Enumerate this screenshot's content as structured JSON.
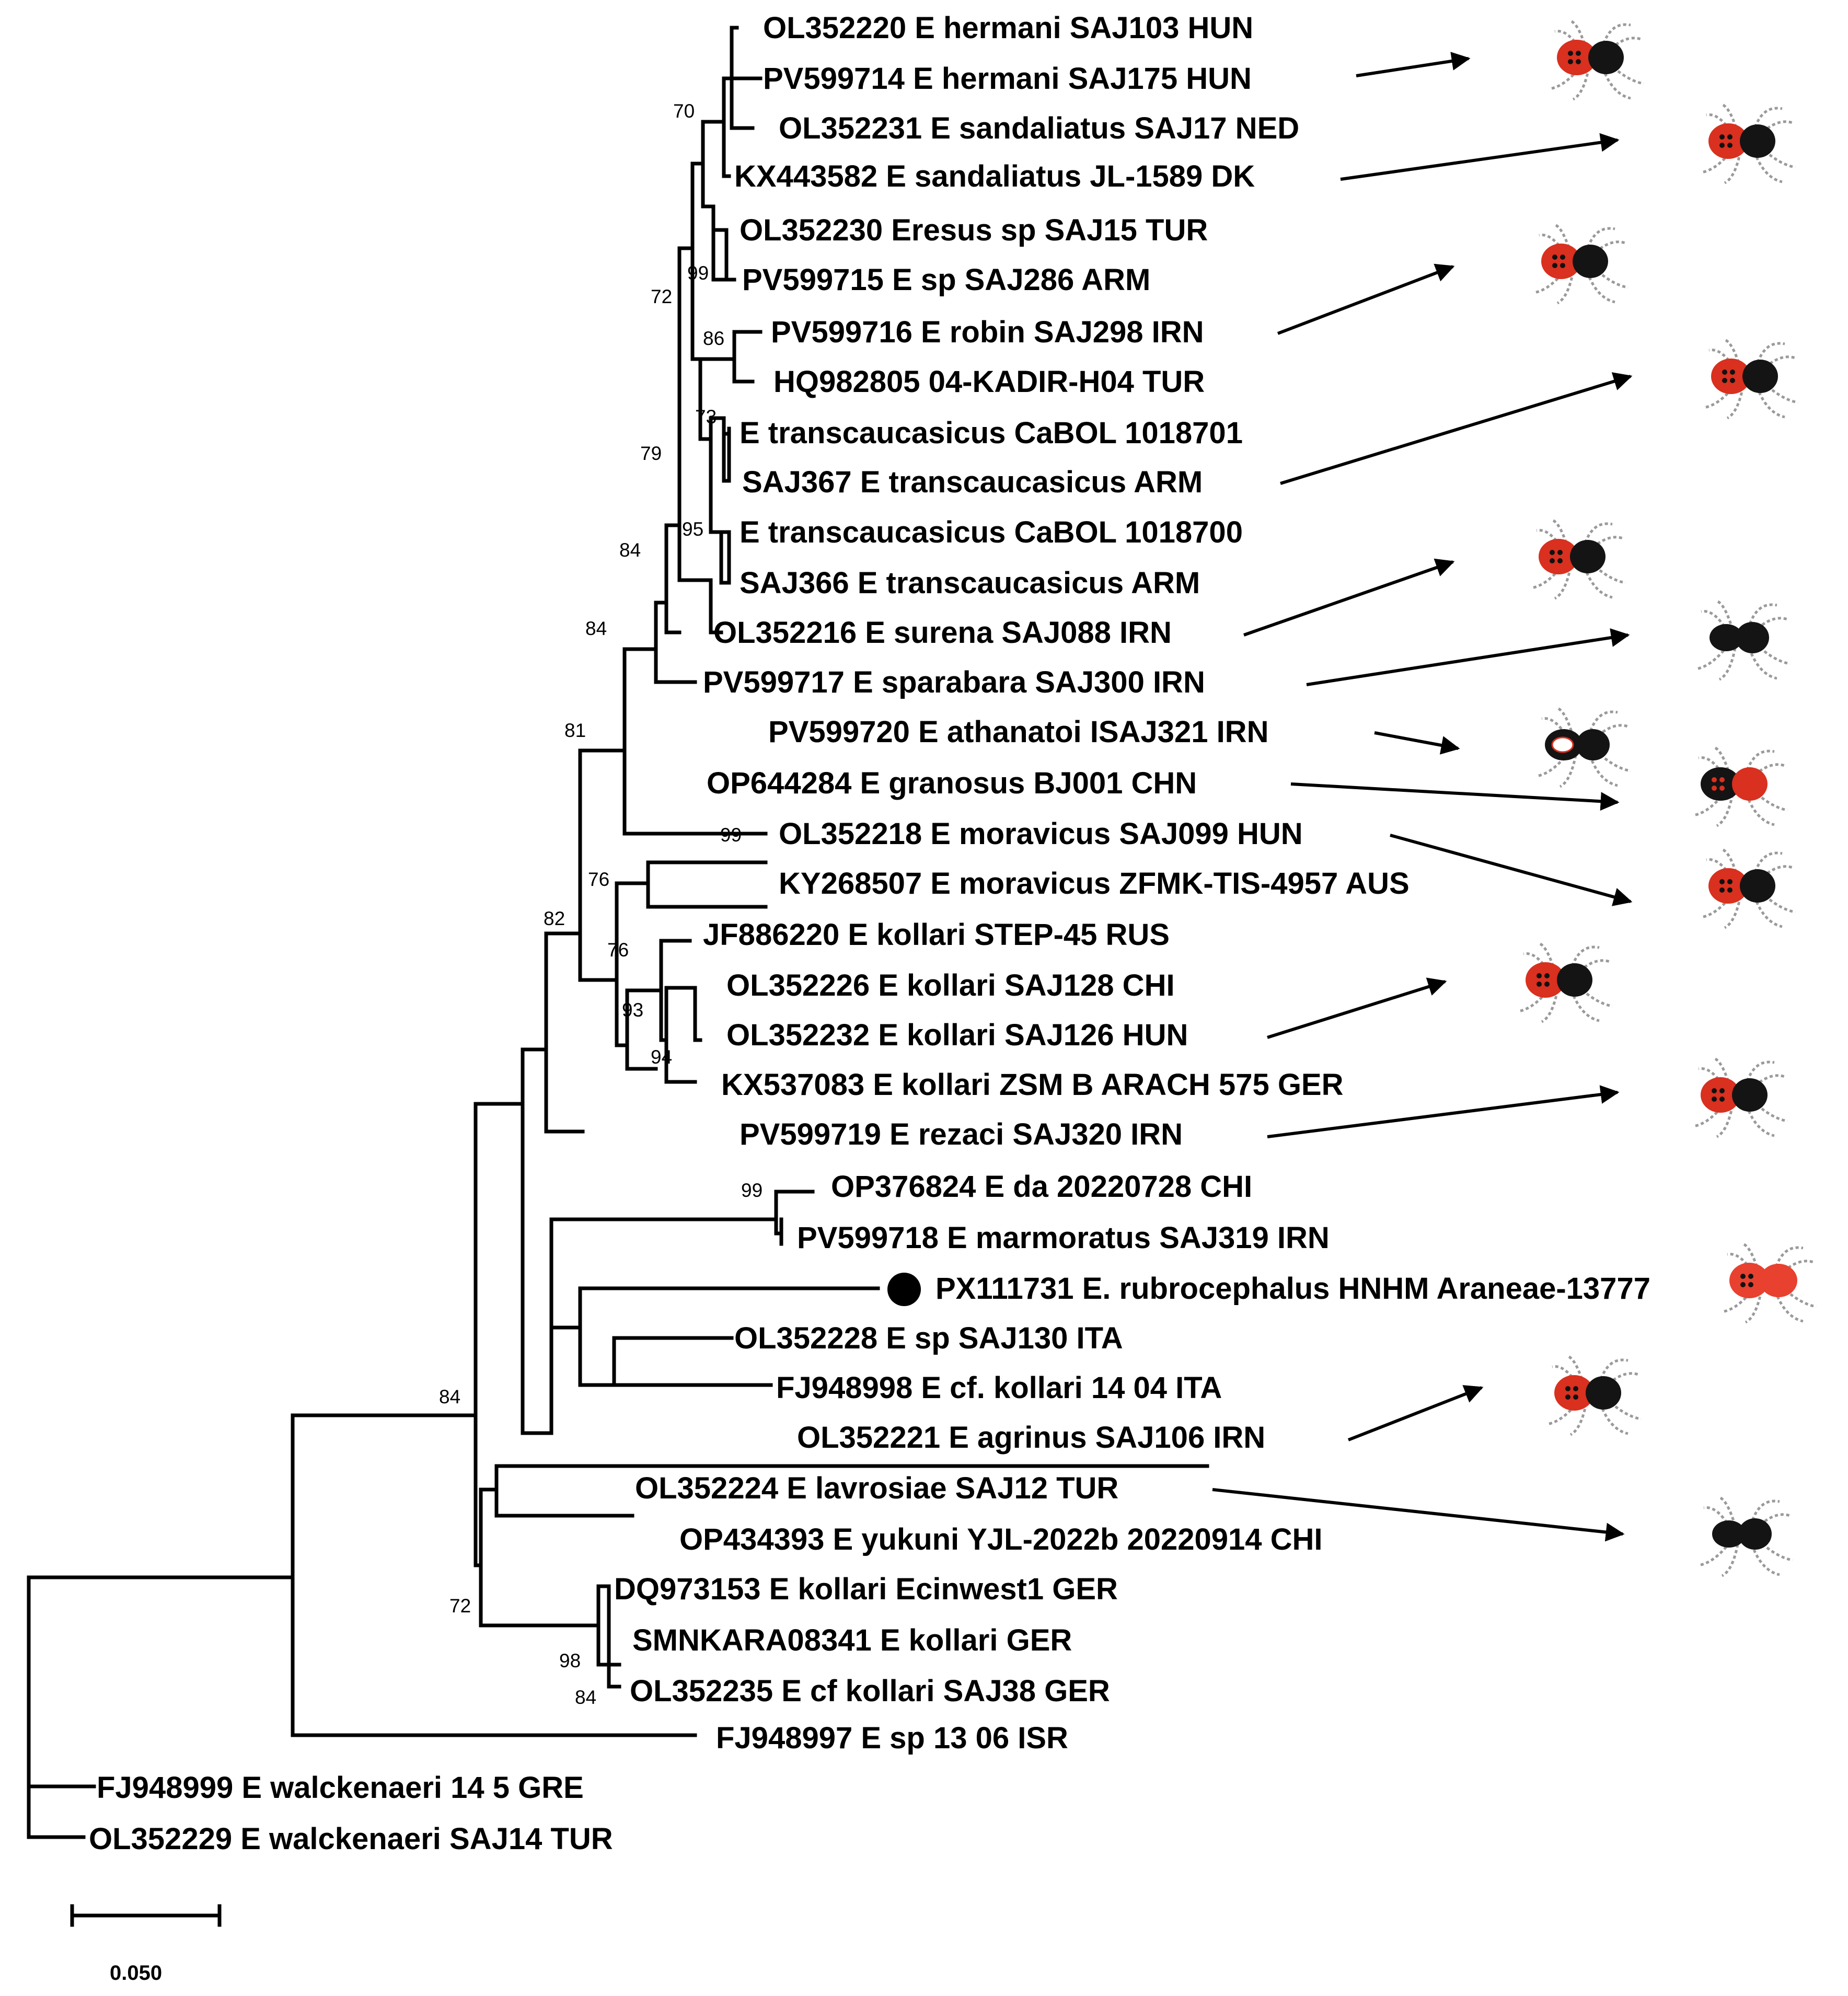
{
  "leaves": [
    "OL352220 E hermani SAJ103 HUN",
    "PV599714 E hermani SAJ175 HUN",
    "OL352231 E sandaliatus SAJ17 NED",
    "KX443582 E sandaliatus JL-1589 DK",
    "OL352230 Eresus sp SAJ15 TUR",
    "PV599715 E sp SAJ286 ARM",
    "PV599716 E robin SAJ298 IRN",
    "HQ982805 04-KADIR-H04 TUR",
    "E transcaucasicus CaBOL 1018701",
    "SAJ367 E transcaucasicus ARM",
    "E transcaucasicus CaBOL 1018700",
    "SAJ366 E transcaucasicus ARM",
    "OL352216 E surena SAJ088 IRN",
    "PV599717 E sparabara SAJ300 IRN",
    "PV599720 E athanatoi ISAJ321 IRN",
    "OP644284 E granosus BJ001 CHN",
    "OL352218 E moravicus SAJ099 HUN",
    "KY268507 E moravicus ZFMK-TIS-4957 AUS",
    "JF886220 E kollari STEP-45 RUS",
    "OL352226 E kollari SAJ128 CHI",
    "OL352232 E kollari SAJ126 HUN",
    "KX537083 E kollari ZSM B ARACH 575 GER",
    "PV599719 E rezaci SAJ320 IRN",
    "OP376824 E da 20220728 CHI",
    "PV599718 E marmoratus SAJ319 IRN",
    "PX111731 E. rubrocephalus HNHM Araneae-13777",
    "OL352228 E sp SAJ130 ITA",
    "FJ948998 E cf. kollari 14 04 ITA",
    "OL352221 E agrinus SAJ106 IRN",
    "OL352224 E lavrosiae SAJ12 TUR",
    "OP434393 E yukuni YJL-2022b 20220914 CHI",
    "DQ973153 E kollari Ecinwest1 GER",
    "SMNKARA08341 E kollari GER",
    "OL352235 E cf kollari SAJ38 GER",
    "FJ948997 E sp 13 06 ISR",
    "FJ948999 E walckenaeri 14 5 GRE",
    "OL352229 E walckenaeri SAJ14 TUR"
  ],
  "supports": [
    "70",
    "99",
    "72",
    "86",
    "73",
    "79",
    "95",
    "84",
    "84",
    "81",
    "99",
    "76",
    "76",
    "93",
    "94",
    "82",
    "99",
    "84",
    "72",
    "98",
    "84"
  ],
  "highlighted_leaf": "PX111731 E. rubrocephalus HNHM Araneae-13777",
  "scale_bar": {
    "label": "0.050",
    "value": 0.05
  },
  "colors": {
    "red": "#d9301f",
    "light_red": "#e8412f",
    "black": "#111111",
    "leg_gray": "#9a9a9a"
  },
  "spider_icons": [
    {
      "name": "spider-icon-hermani",
      "body": "red-black"
    },
    {
      "name": "spider-icon-sandaliatus",
      "body": "red-black"
    },
    {
      "name": "spider-icon-robin",
      "body": "red-black"
    },
    {
      "name": "spider-icon-transcaucasicus",
      "body": "red-black"
    },
    {
      "name": "spider-icon-surena",
      "body": "red-black"
    },
    {
      "name": "spider-icon-sparabara",
      "body": "black"
    },
    {
      "name": "spider-icon-athanatoi",
      "body": "black-white"
    },
    {
      "name": "spider-icon-granosus",
      "body": "black-red"
    },
    {
      "name": "spider-icon-moravicus",
      "body": "red-black"
    },
    {
      "name": "spider-icon-kollari",
      "body": "red-black"
    },
    {
      "name": "spider-icon-rezaci",
      "body": "red-black"
    },
    {
      "name": "spider-icon-rubrocephalus",
      "body": "red"
    },
    {
      "name": "spider-icon-agrinus",
      "body": "red-black"
    },
    {
      "name": "spider-icon-lavrosiae",
      "body": "black"
    }
  ]
}
